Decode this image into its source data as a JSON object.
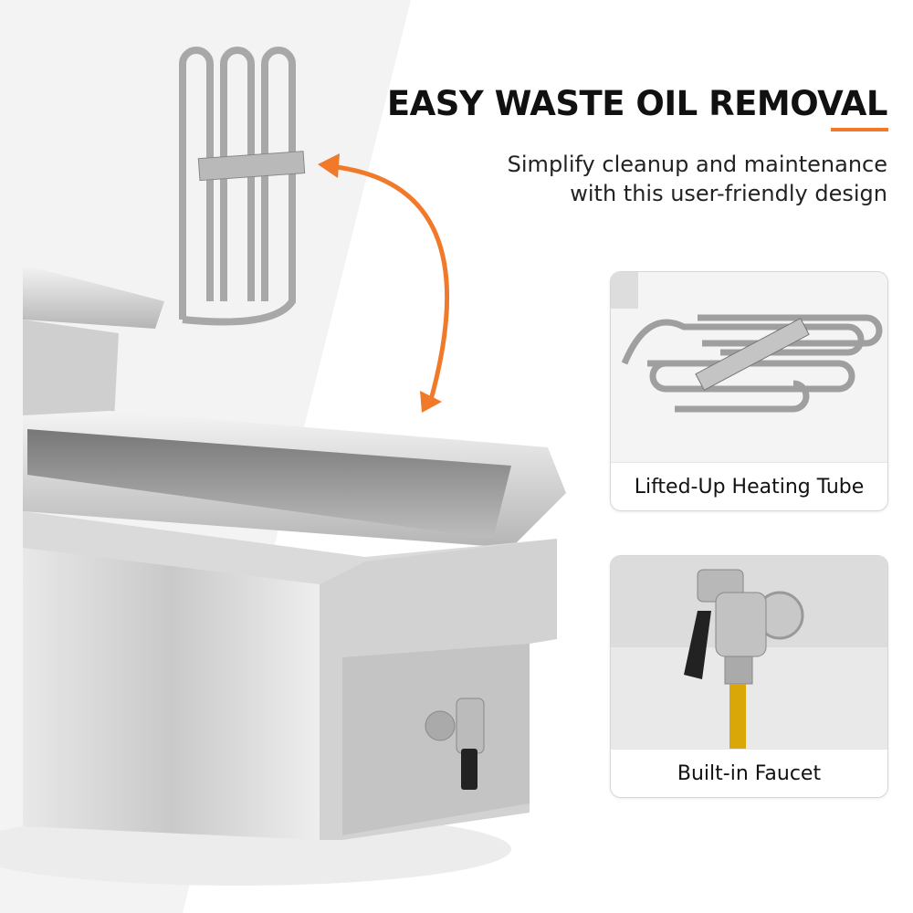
{
  "headline": "EASY WASTE OIL REMOVAL",
  "subtitle": [
    "Simplify cleanup and maintenance",
    "with this user-friendly design"
  ],
  "accent_color": "#f07a2a",
  "cards": [
    {
      "caption": "Lifted-Up Heating Tube",
      "icon": "heating-tube-image"
    },
    {
      "caption": "Built-in Faucet",
      "icon": "faucet-image"
    }
  ]
}
